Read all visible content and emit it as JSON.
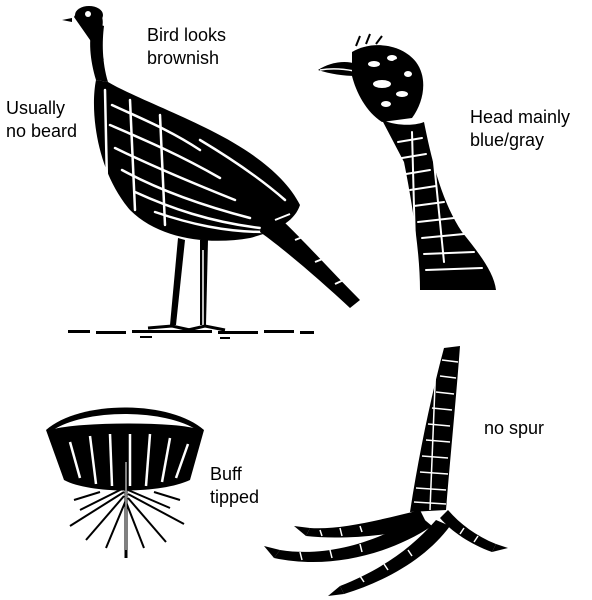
{
  "labels": {
    "bird_color": [
      "Bird looks",
      "brownish"
    ],
    "beard": [
      "Usually",
      "no beard"
    ],
    "head": [
      "Head mainly",
      "blue/gray"
    ],
    "spur": [
      "no spur"
    ],
    "tail": [
      "Buff",
      "tipped"
    ]
  },
  "colors": {
    "ink": "#000000",
    "paper": "#ffffff"
  }
}
